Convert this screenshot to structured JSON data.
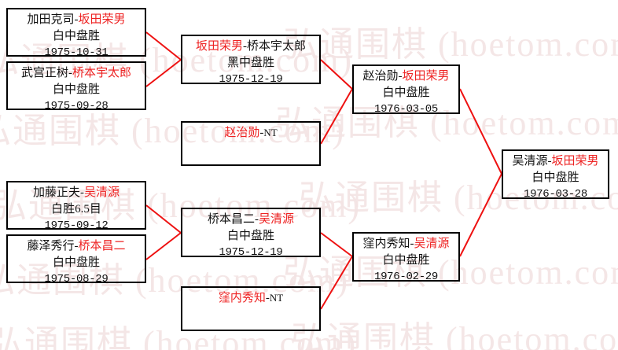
{
  "watermark": {
    "text": "弘通围棋 (hoetom.com)",
    "color": "#f3e4e4"
  },
  "colors": {
    "winner": "#ee2222",
    "connector": "#ee1111",
    "box_border": "#000000",
    "text": "#111111",
    "background": "#ffffff"
  },
  "bracket": {
    "rounds": [
      {
        "name": "round-1",
        "matches": [
          {
            "id": "m1",
            "left_player": "加田克司",
            "right_player": "坂田荣男",
            "winner": "right",
            "result": "白中盘胜",
            "date": "1975-10-31",
            "bye": false
          },
          {
            "id": "m2",
            "left_player": "武宫正树",
            "right_player": "桥本宇太郎",
            "winner": "right",
            "result": "白中盘胜",
            "date": "1975-09-28",
            "bye": false
          },
          {
            "id": "m3",
            "left_player": "加藤正夫",
            "right_player": "吴清源",
            "winner": "right",
            "result": "白胜6.5目",
            "date": "1975-09-12",
            "bye": false
          },
          {
            "id": "m4",
            "left_player": "藤泽秀行",
            "right_player": "桥本昌二",
            "winner": "right",
            "result": "白中盘胜",
            "date": "1975-08-29",
            "bye": false
          }
        ]
      },
      {
        "name": "round-2",
        "matches": [
          {
            "id": "m5",
            "left_player": "坂田荣男",
            "right_player": "桥本宇太郎",
            "winner": "left",
            "result": "黑中盘胜",
            "date": "1975-12-19",
            "bye": false
          },
          {
            "id": "m6",
            "left_player": "赵治勋",
            "right_player": "NT",
            "winner": "left",
            "result": "",
            "date": "",
            "bye": true
          },
          {
            "id": "m7",
            "left_player": "桥本昌二",
            "right_player": "吴清源",
            "winner": "right",
            "result": "白中盘胜",
            "date": "1975-12-19",
            "bye": false
          },
          {
            "id": "m8",
            "left_player": "窪内秀知",
            "right_player": "NT",
            "winner": "left",
            "result": "",
            "date": "",
            "bye": true
          }
        ]
      },
      {
        "name": "semifinal",
        "matches": [
          {
            "id": "m9",
            "left_player": "赵治勋",
            "right_player": "坂田荣男",
            "winner": "right",
            "result": "白中盘胜",
            "date": "1976-03-05",
            "bye": false
          },
          {
            "id": "m10",
            "left_player": "窪内秀知",
            "right_player": "吴清源",
            "winner": "right",
            "result": "白中盘胜",
            "date": "1976-02-29",
            "bye": false
          }
        ]
      },
      {
        "name": "final",
        "matches": [
          {
            "id": "m11",
            "left_player": "吴清源",
            "right_player": "坂田荣男",
            "winner": "right",
            "result": "白中盘胜",
            "date": "1976-03-28",
            "bye": false
          }
        ]
      }
    ]
  }
}
